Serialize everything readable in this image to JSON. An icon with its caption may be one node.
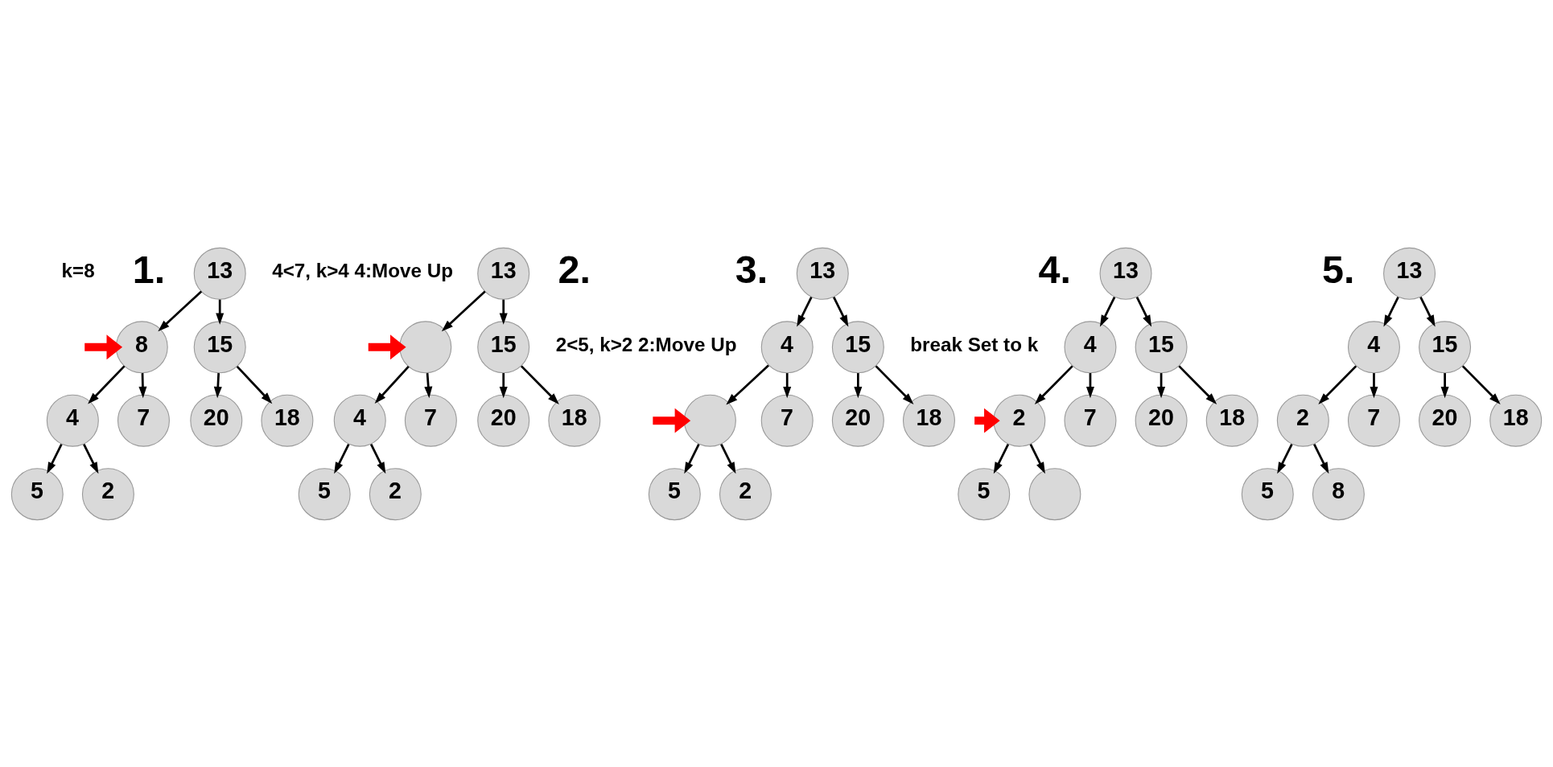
{
  "diagram": {
    "nodes": [
      {
        "text": [
          "13"
        ]
      },
      {
        "text": [
          "8"
        ]
      },
      {
        "text": [
          "15"
        ]
      },
      {
        "text": [
          "4"
        ]
      },
      {
        "text": [
          "7"
        ]
      },
      {
        "text": [
          "20"
        ]
      },
      {
        "text": [
          "18"
        ]
      },
      {
        "text": [
          "5"
        ]
      },
      {
        "text": [
          "2"
        ]
      },
      {
        "text": [
          "13"
        ]
      },
      {
        "text": [],
        "shape": "circle"
      },
      {
        "text": [
          "15"
        ]
      },
      {
        "text": [
          "4"
        ]
      },
      {
        "text": [
          "7"
        ]
      },
      {
        "text": [
          "20"
        ]
      },
      {
        "text": [
          "18"
        ]
      },
      {
        "text": [
          "5"
        ]
      },
      {
        "text": [
          "2"
        ]
      },
      {
        "text": [
          "13"
        ]
      },
      {
        "text": [
          "4"
        ]
      },
      {
        "text": [
          "15"
        ]
      },
      {
        "text": [],
        "shape": "circle"
      },
      {
        "text": [
          "7"
        ]
      },
      {
        "text": [
          "20"
        ]
      },
      {
        "text": [
          "18"
        ]
      },
      {
        "text": [
          "5"
        ]
      },
      {
        "text": [
          "2"
        ]
      },
      {
        "text": [
          "13"
        ]
      },
      {
        "text": [
          "4"
        ]
      },
      {
        "text": [
          "15"
        ]
      },
      {
        "text": [
          "2"
        ]
      },
      {
        "text": [
          "7"
        ]
      },
      {
        "text": [
          "20"
        ]
      },
      {
        "text": [
          "18"
        ]
      },
      {
        "text": [
          "5"
        ]
      },
      {
        "text": [],
        "shape": "circle"
      },
      {
        "text": [
          "13"
        ]
      },
      {
        "text": [
          "4"
        ]
      },
      {
        "text": [
          "15"
        ]
      },
      {
        "text": [
          "2"
        ]
      },
      {
        "text": [
          "7"
        ]
      },
      {
        "text": [
          "20"
        ]
      },
      {
        "text": [
          "18"
        ]
      },
      {
        "text": [
          "5"
        ]
      },
      {
        "text": [
          "8"
        ]
      }
    ],
    "edges": [
      {
        "from": 0,
        "to": 1,
        "arrow": "to"
      },
      {
        "from": 0,
        "to": 2,
        "arrow": "to"
      },
      {
        "from": 1,
        "to": 3,
        "arrow": "to"
      },
      {
        "from": 1,
        "to": 4,
        "arrow": "to"
      },
      {
        "from": 2,
        "to": 5,
        "arrow": "to"
      },
      {
        "from": 2,
        "to": 6,
        "arrow": "to"
      },
      {
        "from": 3,
        "to": 7,
        "arrow": "to"
      },
      {
        "from": 3,
        "to": 8,
        "arrow": "to"
      },
      {
        "from": 9,
        "to": 10,
        "arrow": "to"
      },
      {
        "from": 9,
        "to": 11,
        "arrow": "to"
      },
      {
        "from": 10,
        "to": 12,
        "arrow": "to"
      },
      {
        "from": 10,
        "to": 13,
        "arrow": "to"
      },
      {
        "from": 11,
        "to": 14,
        "arrow": "to"
      },
      {
        "from": 11,
        "to": 15,
        "arrow": "to"
      },
      {
        "from": 12,
        "to": 16,
        "arrow": "to"
      },
      {
        "from": 12,
        "to": 17,
        "arrow": "to"
      },
      {
        "from": 18,
        "to": 19,
        "arrow": "to"
      },
      {
        "from": 18,
        "to": 20,
        "arrow": "to"
      },
      {
        "from": 19,
        "to": 21,
        "arrow": "to"
      },
      {
        "from": 19,
        "to": 22,
        "arrow": "to"
      },
      {
        "from": 20,
        "to": 23,
        "arrow": "to"
      },
      {
        "from": 20,
        "to": 24,
        "arrow": "to"
      },
      {
        "from": 21,
        "to": 25,
        "arrow": "to"
      },
      {
        "from": 21,
        "to": 26,
        "arrow": "to"
      },
      {
        "from": 27,
        "to": 28,
        "arrow": "to"
      },
      {
        "from": 27,
        "to": 29,
        "arrow": "to"
      },
      {
        "from": 28,
        "to": 30,
        "arrow": "to"
      },
      {
        "from": 28,
        "to": 31,
        "arrow": "to"
      },
      {
        "from": 29,
        "to": 32,
        "arrow": "to"
      },
      {
        "from": 29,
        "to": 33,
        "arrow": "to"
      },
      {
        "from": 30,
        "to": 34,
        "arrow": "to"
      },
      {
        "from": 30,
        "to": 35,
        "arrow": "to"
      },
      {
        "from": 36,
        "to": 37,
        "arrow": "to"
      },
      {
        "from": 36,
        "to": 38,
        "arrow": "to"
      },
      {
        "from": 37,
        "to": 39,
        "arrow": "to"
      },
      {
        "from": 37,
        "to": 40,
        "arrow": "to"
      },
      {
        "from": 38,
        "to": 41,
        "arrow": "to"
      },
      {
        "from": 38,
        "to": 42,
        "arrow": "to"
      },
      {
        "from": 39,
        "to": 43,
        "arrow": "to"
      },
      {
        "from": 39,
        "to": 44,
        "arrow": "to"
      },
      {
        "from": null,
        "to": 1,
        "arrow": "to",
        "style": "thick",
        "color": "#ff0000"
      },
      {
        "from": null,
        "to": 10,
        "arrow": "to",
        "style": "thick",
        "color": "#ff0000"
      },
      {
        "from": null,
        "to": 21,
        "arrow": "to",
        "style": "thick",
        "color": "#ff0000"
      },
      {
        "from": null,
        "to": 30,
        "arrow": "to",
        "style": "thick",
        "color": "#ff0000"
      }
    ],
    "labels": [
      "1.",
      "k=8",
      "4<7, k>4 4:Move Up",
      "2.",
      "3.",
      "2<5, k>2 2:Move Up",
      "4.",
      "break Set to k",
      "5."
    ]
  }
}
